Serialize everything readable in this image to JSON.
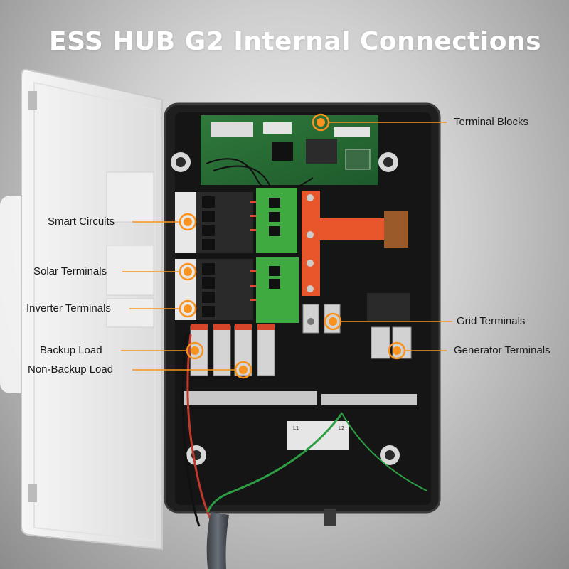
{
  "title": "ESS HUB G2 Internal Connections",
  "accent_color": "#f7931e",
  "callouts": {
    "terminal_blocks": "Terminal Blocks",
    "smart_circuits": "Smart Circuits",
    "solar_terminals": "Solar Terminals",
    "inverter_terminals": "Inverter Terminals",
    "grid_terminals": "Grid Terminals",
    "backup_load": "Backup Load",
    "generator_terminals": "Generator Terminals",
    "non_backup_load": "Non-Backup Load"
  },
  "board_labels": {
    "l1": "L1",
    "l2": "L2"
  }
}
